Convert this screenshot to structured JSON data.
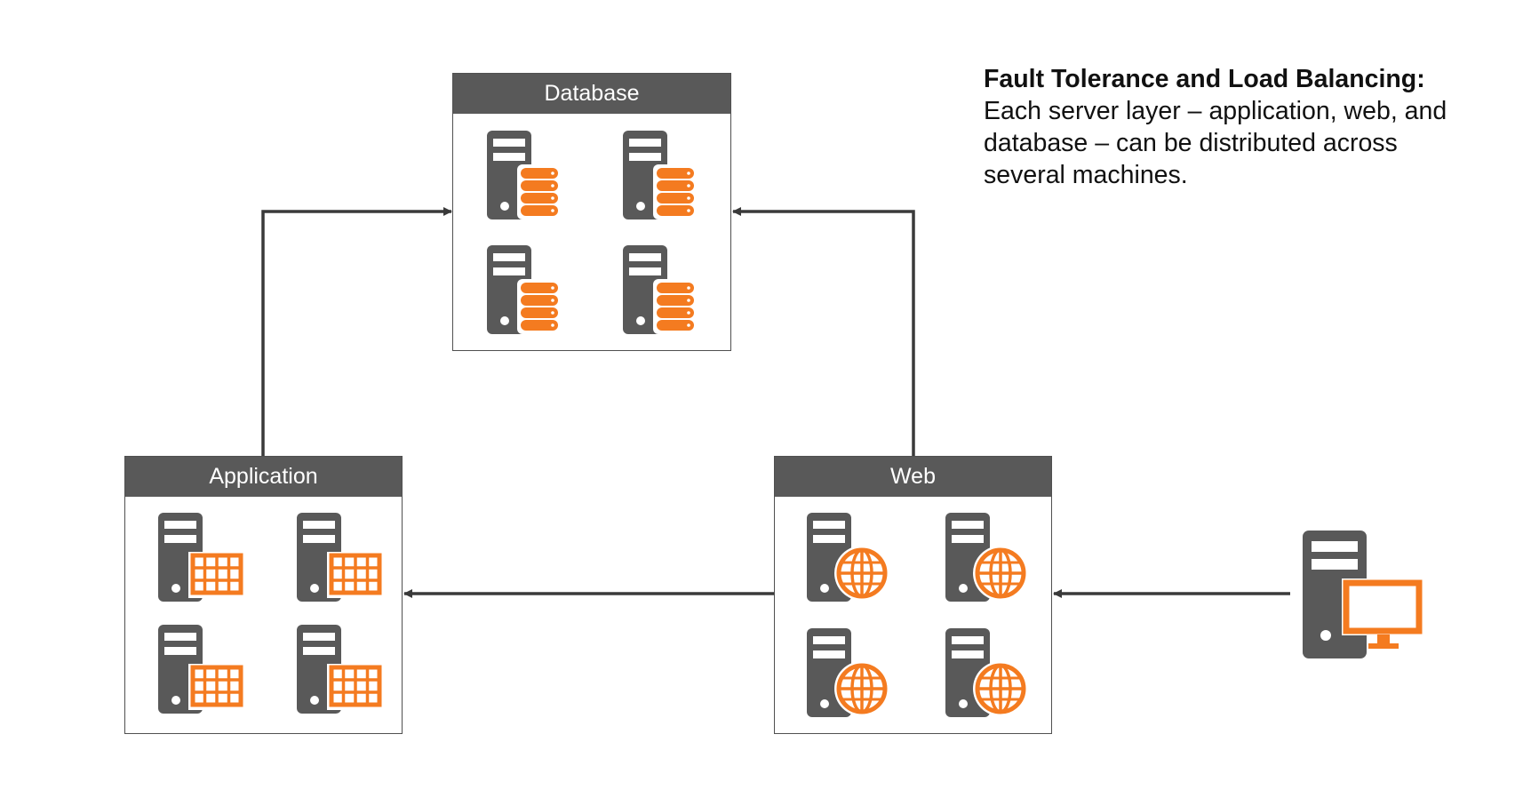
{
  "colors": {
    "server": "#595959",
    "accent": "#f47b20",
    "header_bg": "#595959",
    "connector": "#3a3a3a"
  },
  "layers": {
    "database": {
      "label": "Database",
      "icon": "database-server-icon"
    },
    "application": {
      "label": "Application",
      "icon": "application-server-icon"
    },
    "web": {
      "label": "Web",
      "icon": "web-server-icon"
    }
  },
  "client": {
    "icon": "client-workstation-icon"
  },
  "note": {
    "title": "Fault Tolerance and Load Balancing:",
    "body": "Each server layer – application, web, and database – can be distributed across several machines."
  }
}
